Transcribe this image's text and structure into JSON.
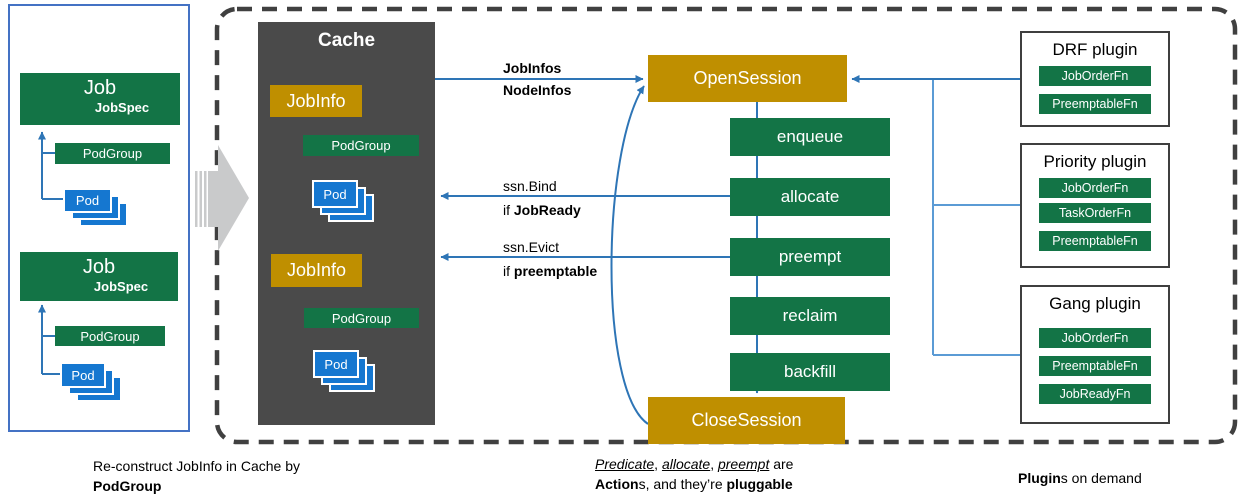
{
  "colors": {
    "green": "#137446",
    "gold": "#BF8F00",
    "pod_blue": "#1577D0",
    "arrow_blue": "#2E75B6",
    "bus_blue": "#5B9BD5",
    "cache_gray": "#4A4A4A",
    "panel_border_blue": "#4472C4",
    "dash_gray": "#404040",
    "block_arrow_gray": "#C9CACB"
  },
  "left_panel": {
    "jobs": [
      {
        "title": "Job",
        "spec": "JobSpec",
        "podgroup": "PodGroup",
        "pod": "Pod"
      },
      {
        "title": "Job",
        "spec": "JobSpec",
        "podgroup": "PodGroup",
        "pod": "Pod"
      }
    ],
    "caption": {
      "line1": "Re-construct JobInfo in Cache by",
      "line2_bold": "PodGroup"
    }
  },
  "cache": {
    "title": "Cache",
    "groups": [
      {
        "jobinfo": "JobInfo",
        "podgroup": "PodGroup",
        "pod": "Pod"
      },
      {
        "jobinfo": "JobInfo",
        "podgroup": "PodGroup",
        "pod": "Pod"
      }
    ]
  },
  "session": {
    "open": "OpenSession",
    "close": "CloseSession",
    "actions": [
      "enqueue",
      "allocate",
      "preempt",
      "reclaim",
      "backfill"
    ]
  },
  "edge_labels": {
    "to_open_line1": "JobInfos",
    "to_open_line2": "NodeInfos",
    "bind": "ssn.Bind",
    "bind_if": "if ",
    "bind_cond": "JobReady",
    "evict": "ssn.Evict",
    "evict_if": "if ",
    "evict_cond": "preemptable"
  },
  "plugins": {
    "boxes": [
      {
        "title": "DRF plugin",
        "fns": [
          "JobOrderFn",
          "PreemptableFn"
        ]
      },
      {
        "title": "Priority plugin",
        "fns": [
          "JobOrderFn",
          "TaskOrderFn",
          "PreemptableFn"
        ]
      },
      {
        "title": "Gang plugin",
        "fns": [
          "JobOrderFn",
          "PreemptableFn",
          "JobReadyFn"
        ]
      }
    ],
    "caption_bold": "Plugin",
    "caption_rest": "s on demand"
  },
  "actions_caption": {
    "u1": "Predicate",
    "s1": ", ",
    "u2": "allocate",
    "s2": ", ",
    "u3": "preempt",
    "tail": " are",
    "b1": "Action",
    "mid": "s, and they’re ",
    "b2": "pluggable"
  }
}
